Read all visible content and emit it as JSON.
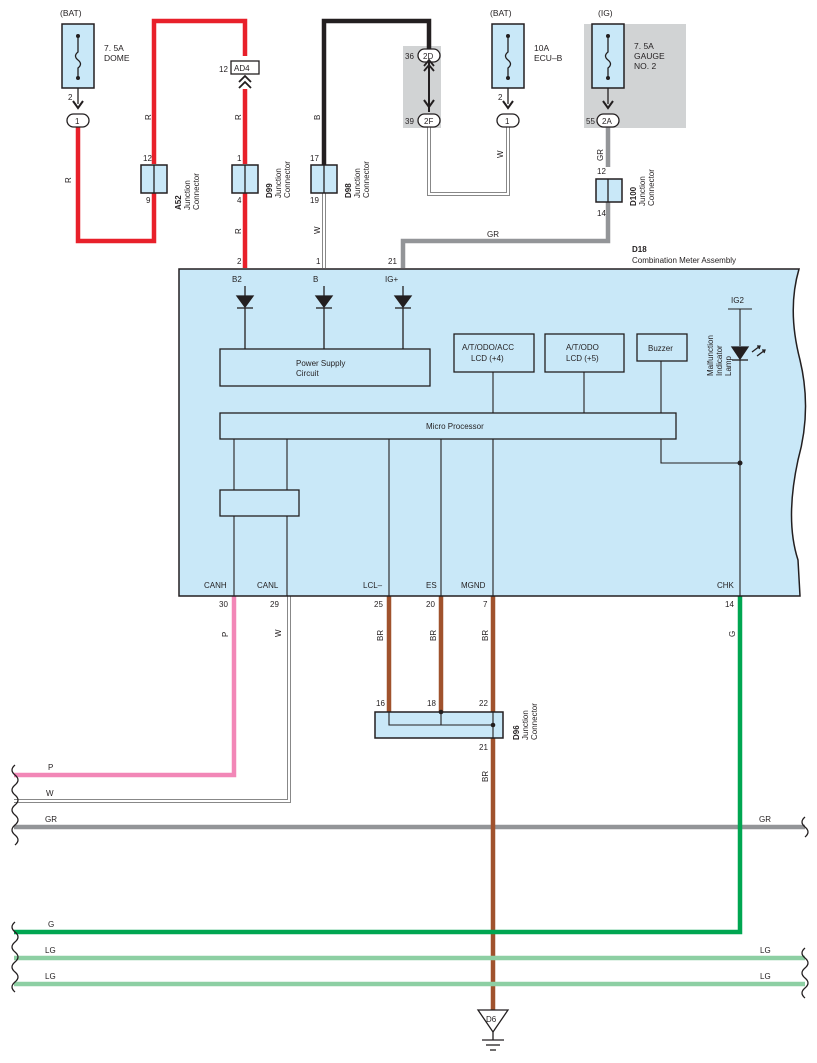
{
  "fuses": {
    "dome": {
      "source": "(BAT)",
      "rating": "7. 5A",
      "name": "DOME",
      "pin": "2",
      "conn": "1"
    },
    "ecub": {
      "source": "(BAT)",
      "rating": "10A",
      "name": "ECU–B",
      "pin": "2",
      "conn": "1"
    },
    "gauge": {
      "source": "(IG)",
      "rating": "7. 5A",
      "name1": "GAUGE",
      "name2": "NO. 2",
      "pin": "55",
      "conn": "2A"
    }
  },
  "connectors": {
    "j2d": {
      "pin": "36",
      "label": "2D"
    },
    "j2f": {
      "pin": "39",
      "label": "2F"
    },
    "ad4": {
      "pin": "12",
      "label": "AD4"
    }
  },
  "junctions": {
    "a52": {
      "id": "A52",
      "desc1": "Junction",
      "desc2": "Connector",
      "pin_top": "12",
      "pin_bot": "9"
    },
    "d99": {
      "id": "D99",
      "desc1": "Junction",
      "desc2": "Connector",
      "pin_top": "1",
      "pin_bot": "4"
    },
    "d98": {
      "id": "D98",
      "desc1": "Junction",
      "desc2": "Connector",
      "pin_top": "17",
      "pin_bot": "19"
    },
    "d100": {
      "id": "D100",
      "desc1": "Junction",
      "desc2": "Connector",
      "pin_top": "12",
      "pin_bot": "14"
    },
    "d96": {
      "id": "D96",
      "desc1": "Junction",
      "desc2": "Connector",
      "pin_a": "16",
      "pin_b": "18",
      "pin_c": "22",
      "pin_out": "21"
    }
  },
  "wire_colors": {
    "r": "R",
    "b": "B",
    "w": "W",
    "gr": "GR",
    "br": "BR",
    "p": "P",
    "g": "G",
    "lg": "LG"
  },
  "meter": {
    "id": "D18",
    "name": "Combination Meter Assembly",
    "pins_top": {
      "b2": "2",
      "b": "1",
      "igp": "21"
    },
    "terms_top": {
      "b2": "B2",
      "b": "B",
      "igp": "IG+"
    },
    "power_supply_1": "Power Supply",
    "power_supply_2": "Circuit",
    "lcd4_1": "A/T/ODO/ACC",
    "lcd4_2": "LCD (+4)",
    "lcd5_1": "A/T/ODO",
    "lcd5_2": "LCD (+5)",
    "buzzer": "Buzzer",
    "micro": "Micro Processor",
    "ig2": "IG2",
    "mil_1": "Malfunction",
    "mil_2": "Indicator",
    "mil_3": "Lamp",
    "terms_bottom": {
      "canh": "CANH",
      "canl": "CANL",
      "lcl": "LCL–",
      "es": "ES",
      "mgnd": "MGND",
      "chk": "CHK"
    },
    "pins_bottom": {
      "canh": "30",
      "canl": "29",
      "lcl": "25",
      "es": "20",
      "mgnd": "7",
      "chk": "14"
    }
  },
  "ground": {
    "label": "D6"
  },
  "colors": {
    "red": "#e8202a",
    "black": "#231f20",
    "gray": "#939598",
    "brown": "#a0522d",
    "pink": "#f287b7",
    "green": "#00a651",
    "lightgreen": "#8dcfa3",
    "component_fill": "#c9e8f8",
    "shade": "#d1d3d4"
  }
}
